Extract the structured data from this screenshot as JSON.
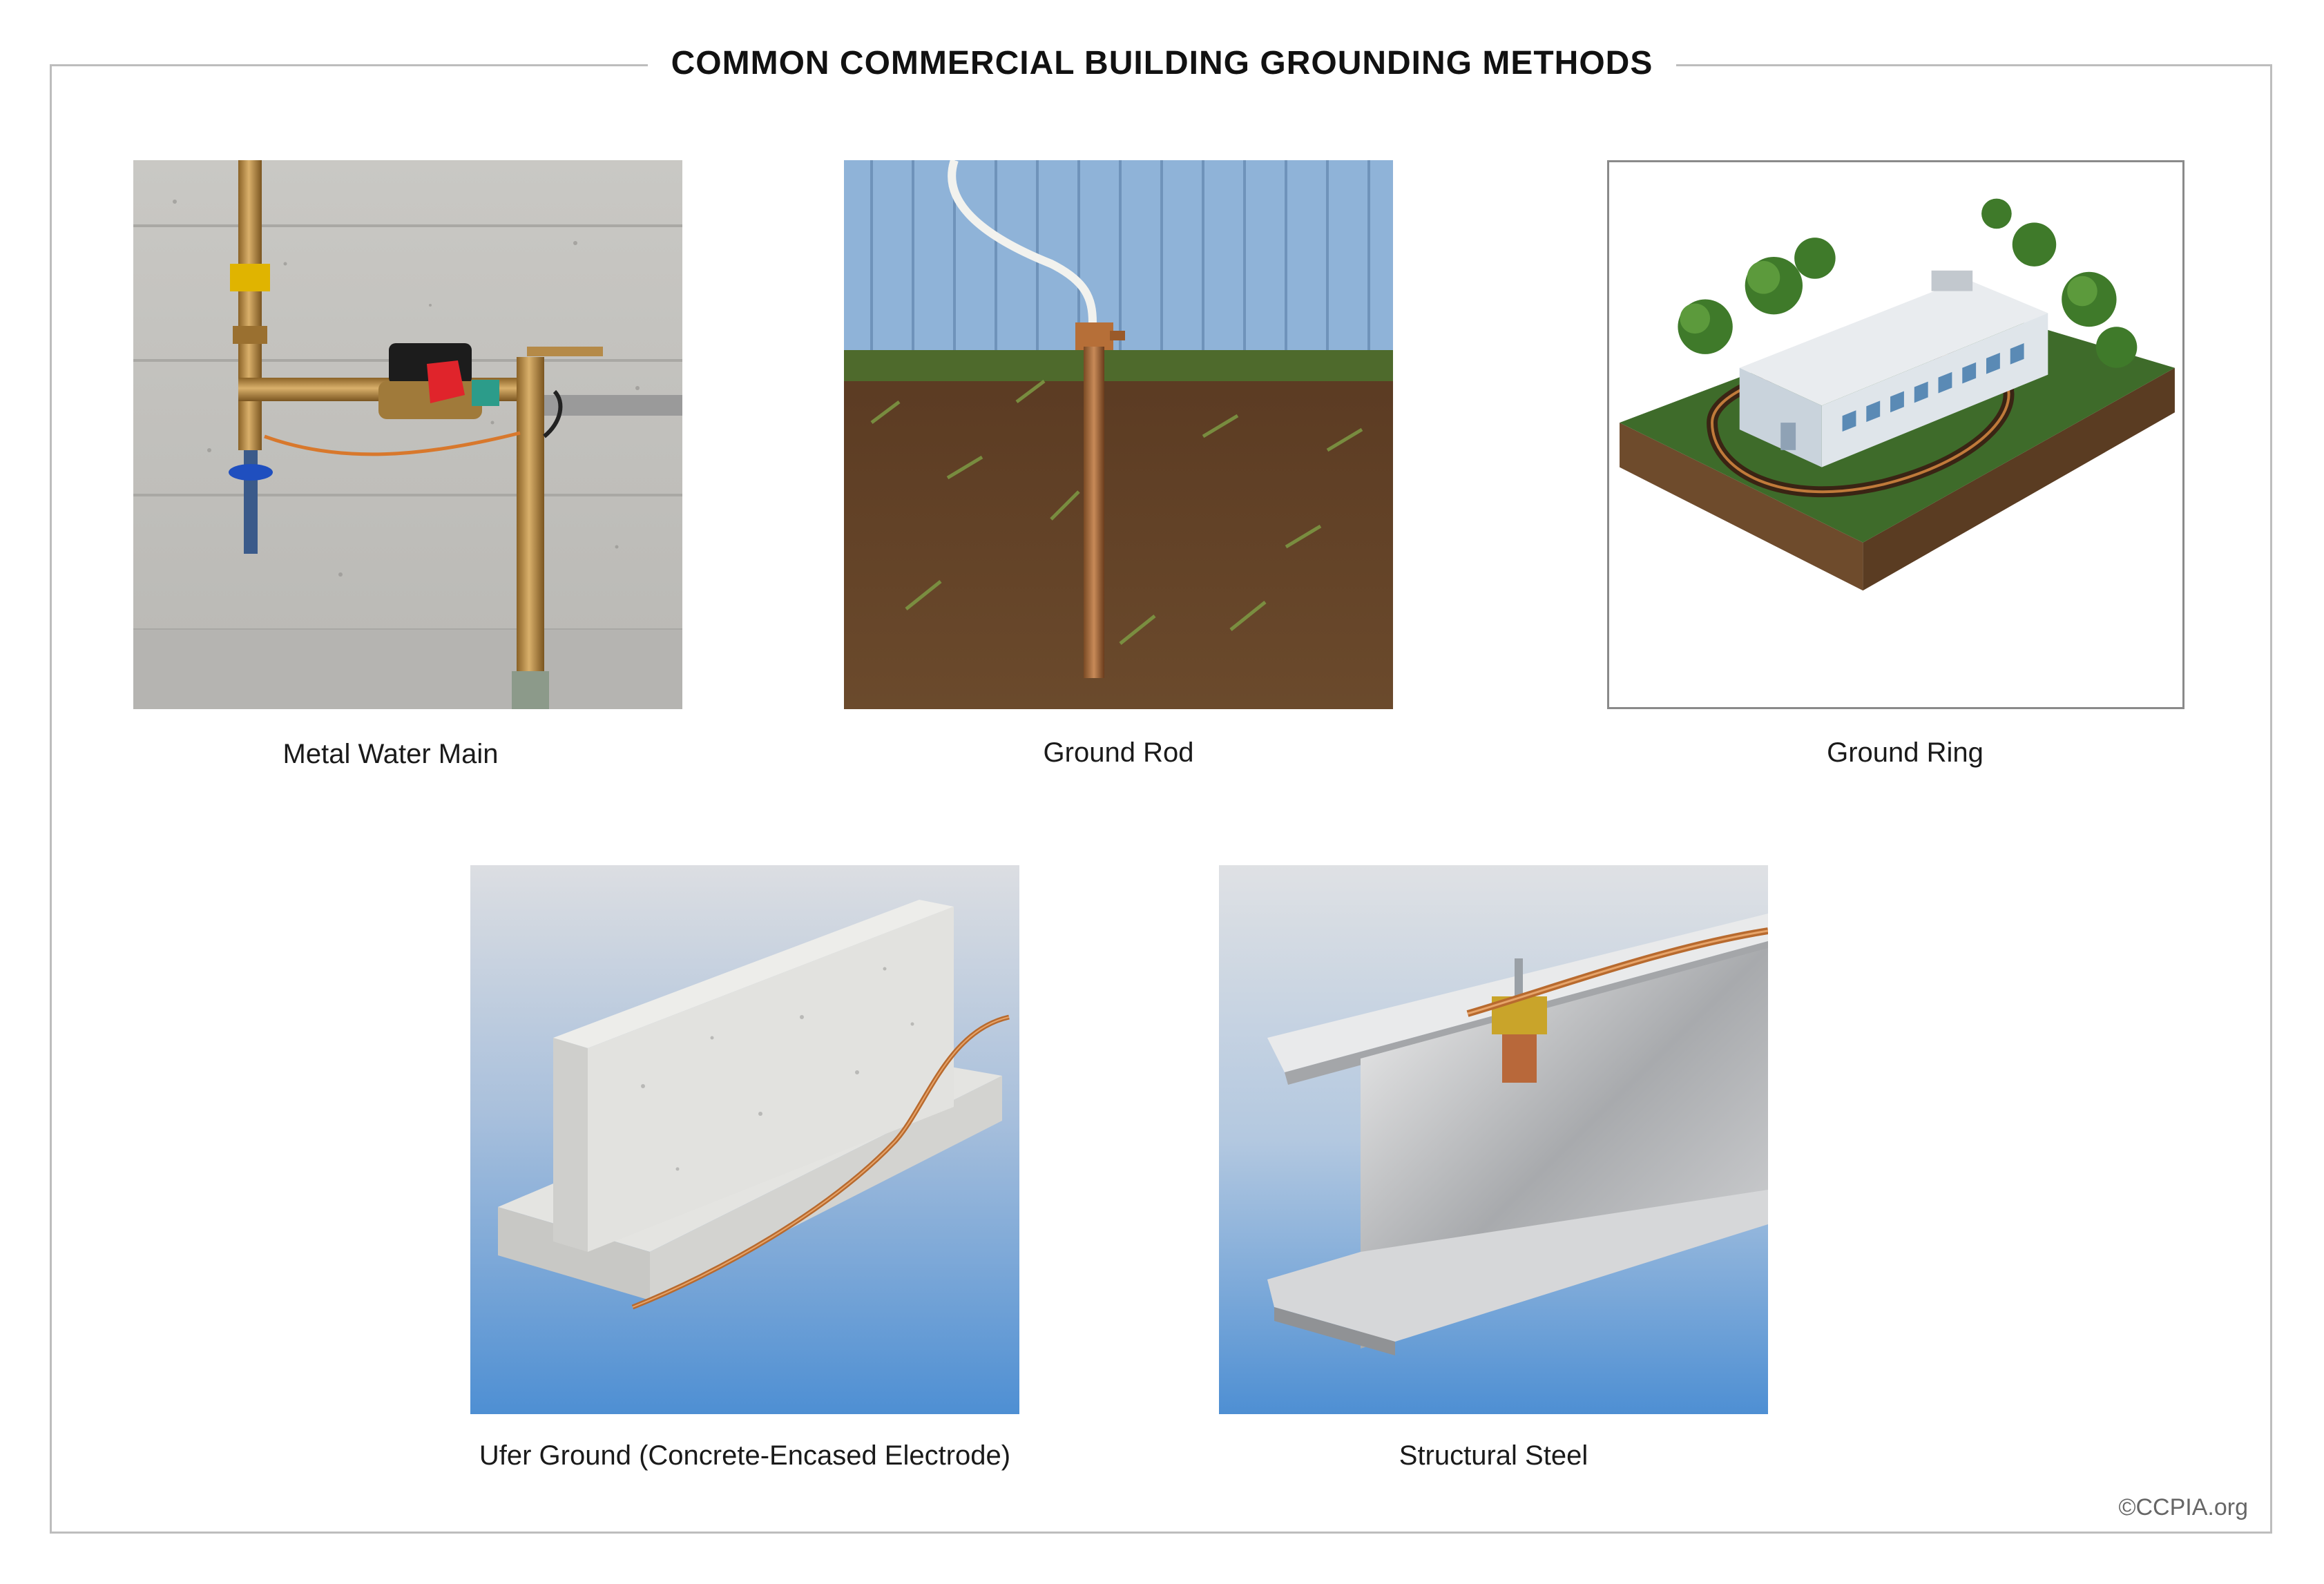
{
  "title": "COMMON COMMERCIAL BUILDING GROUNDING METHODS",
  "panels": [
    {
      "caption": "Metal Water Main",
      "icon": "water-main-illustration"
    },
    {
      "caption": "Ground Rod",
      "icon": "ground-rod-illustration"
    },
    {
      "caption": "Ground Ring",
      "icon": "ground-ring-illustration"
    },
    {
      "caption": "Ufer Ground (Concrete-Encased Electrode)",
      "icon": "ufer-ground-illustration"
    },
    {
      "caption": "Structural Steel",
      "icon": "structural-steel-illustration"
    }
  ],
  "credit": "©CCPIA.org",
  "colors": {
    "frame": "#bdbdbd",
    "copper": "#c07a3a",
    "brass": "#b58a48",
    "grass": "#3e6b2a",
    "sky_blue": "#5c9bd8",
    "concrete": "#d8d8d6"
  }
}
